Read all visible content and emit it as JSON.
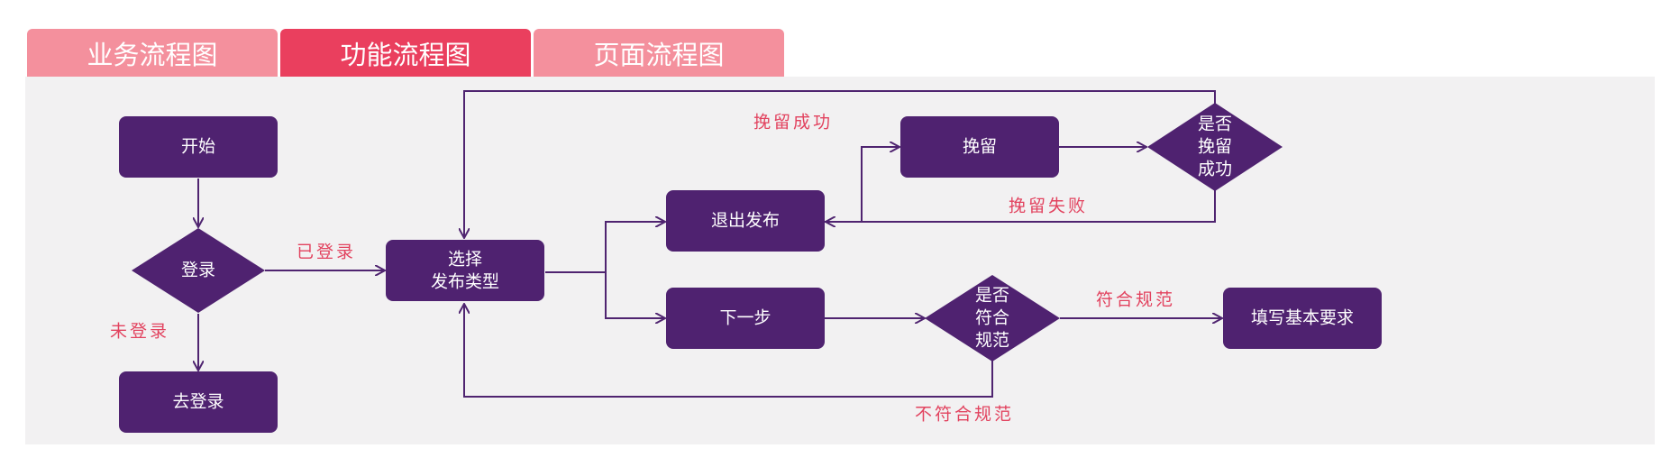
{
  "tabs": [
    {
      "label": "业务流程图",
      "active": false
    },
    {
      "label": "功能流程图",
      "active": true
    },
    {
      "label": "页面流程图",
      "active": false
    }
  ],
  "nodes": {
    "start": "开始",
    "login_check": "登录",
    "go_login": "去登录",
    "select_type": [
      "选择",
      "发布类型"
    ],
    "exit_publish": "退出发布",
    "next_step": "下一步",
    "retain": "挽留",
    "retain_success_check": [
      "是否",
      "挽留",
      "成功"
    ],
    "compliance_check": [
      "是否",
      "符合",
      "规范"
    ],
    "fill_requirements": "填写基本要求"
  },
  "edge_labels": {
    "logged_in": "已登录",
    "not_logged_in": "未登录",
    "retain_success": "挽留成功",
    "retain_fail": "挽留失败",
    "compliant": "符合规范",
    "not_compliant": "不符合规范"
  },
  "colors": {
    "node_fill": "#4f2270",
    "edge_line": "#4f2470",
    "edge_label": "#e2435f",
    "tab_active": "#ea3f5e",
    "tab_inactive": "#f4909d",
    "canvas_bg": "#f2f1f2"
  }
}
